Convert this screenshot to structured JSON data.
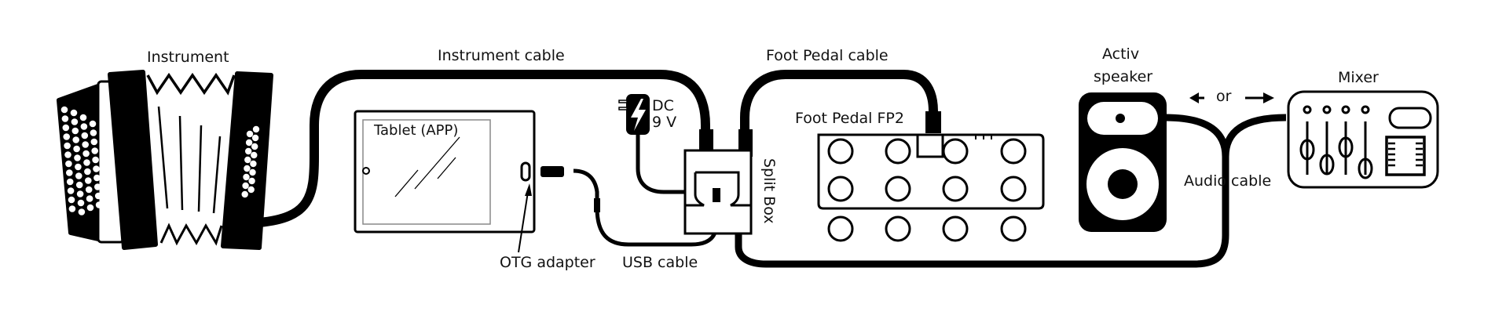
{
  "colors": {
    "ink": "#000000",
    "background": "#ffffff"
  },
  "labels": {
    "instrument": "Instrument",
    "instrument_cable": "Instrument cable",
    "tablet": "Tablet (APP)",
    "otg_adapter": "OTG adapter",
    "usb_cable": "USB cable",
    "dc_line1": "DC",
    "dc_line2": "9 V",
    "split_box": "Split Box",
    "foot_pedal_cable": "Foot Pedal cable",
    "foot_pedal": "Foot Pedal FP2",
    "speaker_line1": "Activ",
    "speaker_line2": "speaker",
    "or": "or",
    "audio_cable": "Audio cable",
    "mixer": "Mixer"
  },
  "icons": {
    "instrument": "accordion-icon",
    "tablet": "tablet-icon",
    "power": "power-adapter-icon",
    "split_box": "split-box-icon",
    "foot_pedal": "foot-pedal-icon",
    "speaker": "speaker-icon",
    "mixer": "mixer-icon"
  }
}
